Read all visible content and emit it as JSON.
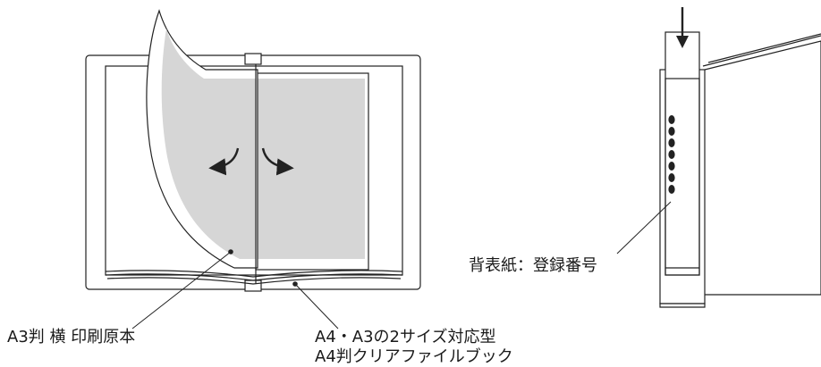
{
  "labels": {
    "original": "A3判 横 印刷原本",
    "file_line1": "A4・A3の2サイズ対応型",
    "file_line2": "A4判クリアファイルブック",
    "spine": "背表紙：登録番号"
  },
  "colors": {
    "stroke": "#222222",
    "paper_gray": "#d6d6d6",
    "background": "#ffffff"
  },
  "icons": {
    "arrows": [
      "curved-arrow-left-icon",
      "curved-arrow-right-icon"
    ],
    "insert": "down-arrow-icon"
  }
}
